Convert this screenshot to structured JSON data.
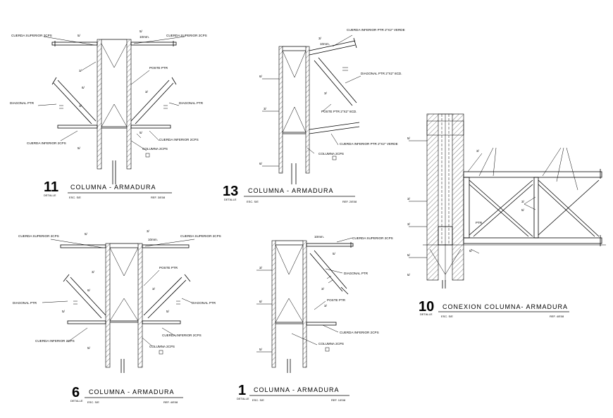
{
  "details": [
    {
      "number": "11",
      "detalle": "DETALLE",
      "title": "COLUMNA - ARMADURA",
      "scale": "ESC. S/E",
      "ref": "REF. 3/E08",
      "labels": {
        "top_left": "CUERDA SUPERIOR 2CPS",
        "top_right": "CUERDA SUPERIOR 2CPS",
        "poste": "POSTE PTR",
        "diag_left": "DIAGONAL PTR",
        "diag_right": "DIAGONAL PTR",
        "bottom_left": "CUERDA INFERIOR 2CPS",
        "bottom_right": "CUERDA INFERIOR 2CPS",
        "columna": "COLUMNA 2CPS",
        "w1": "5/",
        "w2": "3/",
        "w3": "6/",
        "w4": "3/",
        "w5": "3/",
        "w6": "5/",
        "w7": "5/",
        "w8": "5/",
        "w9": "10mm."
      }
    },
    {
      "number": "13",
      "detalle": "DETALLE",
      "title": "COLUMNA - ARMADURA",
      "scale": "ESC. S/E",
      "ref": "REF. 2/E08",
      "labels": {
        "top": "CUERDA INFERIOR PTR 2\"X2\" VERDE",
        "diagonal": "DIAGONAL PTR 2\"X2\" 8CD.",
        "poste": "POSTE PTR 2\"X2\" 8CD.",
        "bottom": "CUERDA INFERIOR PTR 2\"X2\" VERDE",
        "columna": "COLUMNA 2CPS",
        "w1": "3/",
        "w2": "10mm.",
        "w3": "6/",
        "w4": "6/",
        "w5": "3/",
        "w6": "3/"
      }
    },
    {
      "number": "6",
      "detalle": "DETALLE",
      "title": "COLUMNA - ARMADURA",
      "scale": "ESC. S/E",
      "ref": "REF. 4/E08",
      "labels": {
        "top_left": "CUERDA SUPERIOR 2CPS",
        "top_right": "CUERDA SUPERIOR 2CPS",
        "poste": "POSTE PTR",
        "diag_left": "DIAGONAL PTR",
        "diag_right": "DIAGONAL PTR",
        "bottom_left": "CUERDA INFERIOR 2CPS",
        "bottom_right": "CUERDA INFERIOR 2CPS",
        "columna": "COLUMNA 2CPS",
        "w1": "5/",
        "w2": "3/",
        "w3": "10mm.",
        "w4": "3/",
        "w5": "6/",
        "w6": "3/",
        "w7": "5/",
        "w8": "5/",
        "w9": "5/"
      }
    },
    {
      "number": "1",
      "detalle": "DETALLE",
      "title": "COLUMNA - ARMADURA",
      "scale": "ESC. S/E",
      "ref": "REF. 1/E08",
      "labels": {
        "top": "CUERDA SUPERIOR 2CPS",
        "diagonal": "DIAGONAL PTR",
        "poste": "POSTE PTR",
        "bottom": "CUERDA INFERIOR 2CPS",
        "columna": "COLUMNA 2CPS",
        "w1": "10mm.",
        "w2": "5/",
        "w3": "3/",
        "w4": "6/",
        "w5": "3/",
        "w6": "3/",
        "w7": "5/"
      }
    },
    {
      "number": "10",
      "detalle": "DETALLE",
      "title": "CONEXION COLUMNA- ARMADURA",
      "scale": "ESC. S/E",
      "ref": "REF. 4/E08",
      "labels": {
        "ptr": "PTR",
        "w1": "5/",
        "w2": "3/",
        "w3": "3/",
        "w4": "5/",
        "w5": "5/",
        "w6": "3/",
        "w7": "3/",
        "w8": "5/",
        "w9": "5/"
      }
    }
  ]
}
